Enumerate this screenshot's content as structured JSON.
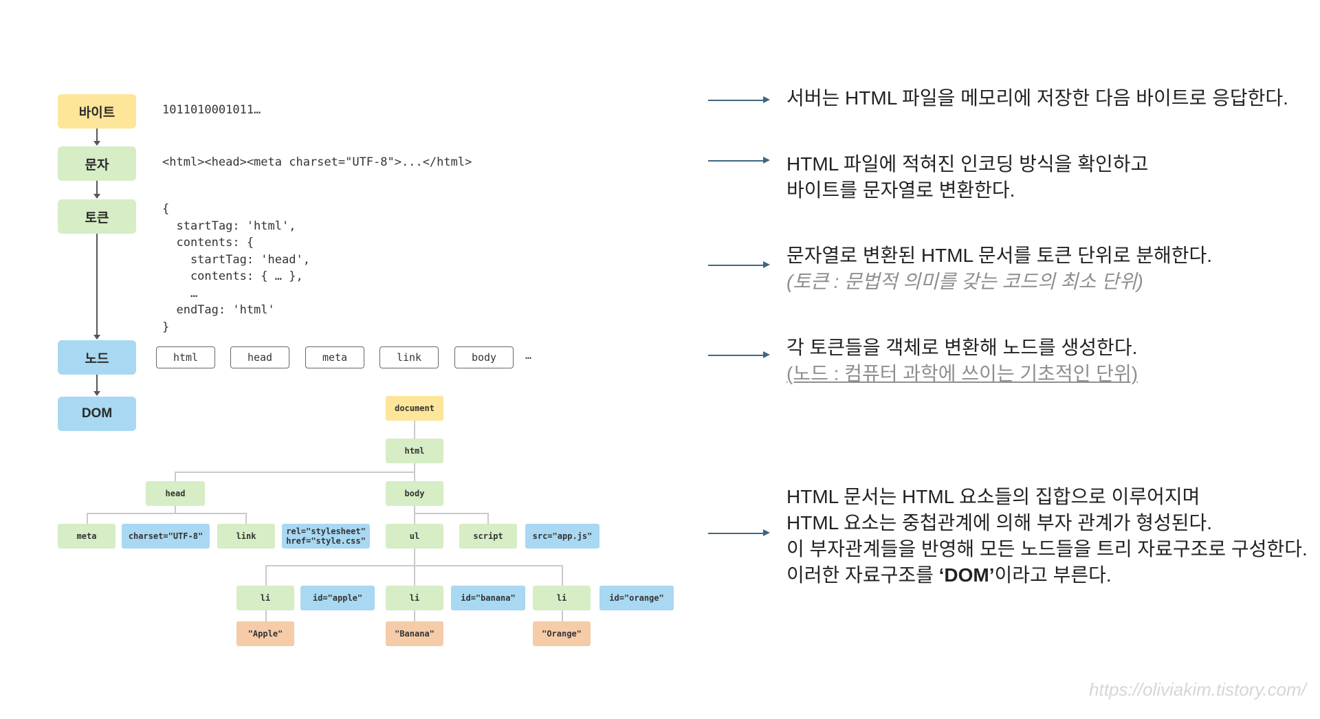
{
  "stages": [
    {
      "label": "바이트",
      "color": "#fde59a"
    },
    {
      "label": "문자",
      "color": "#d6edc5"
    },
    {
      "label": "토큰",
      "color": "#d6edc5"
    },
    {
      "label": "노드",
      "color": "#a8d8f2"
    },
    {
      "label": "DOM",
      "color": "#a8d8f2"
    }
  ],
  "bytes_text": "1011010001011…",
  "chars_text": "<html><head><meta charset=\"UTF-8\">...</html>",
  "token_lines": [
    "{",
    "  startTag: 'html',",
    "  contents: {",
    "    startTag: 'head',",
    "    contents: { … },",
    "    …",
    "  endTag: 'html'",
    "}"
  ],
  "node_chips": [
    "html",
    "head",
    "meta",
    "link",
    "body"
  ],
  "node_chips_more": "…",
  "dom_tree": {
    "document": "document",
    "html": "html",
    "head": "head",
    "body": "body",
    "meta": "meta",
    "meta_attr": "charset=\"UTF-8\"",
    "link": "link",
    "link_attr_1": "rel=\"stylesheet\"",
    "link_attr_2": "href=\"style.css\"",
    "ul": "ul",
    "script": "script",
    "script_attr": "src=\"app.js\"",
    "li": "li",
    "li1_attr": "id=\"apple\"",
    "li2_attr": "id=\"banana\"",
    "li3_attr": "id=\"orange\"",
    "li1_text": "\"Apple\"",
    "li2_text": "\"Banana\"",
    "li3_text": "\"Orange\""
  },
  "descriptions": {
    "d1": "서버는 HTML 파일을 메모리에 저장한 다음 바이트로 응답한다.",
    "d2_line1": "HTML 파일에 적혀진 인코딩 방식을 확인하고",
    "d2_line2": "바이트를 문자열로 변환한다.",
    "d3_line1": "문자열로 변환된 HTML 문서를 토큰 단위로 분해한다.",
    "d3_note": "(토큰 : 문법적 의미를 갖는 코드의 최소 단위)",
    "d4_line1": "각 토큰들을 객체로 변환해 노드를 생성한다.",
    "d4_note": "(노드 : 컴퓨터 과학에 쓰이는 기초적인 단위)",
    "d5_line1": "HTML 문서는 HTML 요소들의 집합으로 이루어지며",
    "d5_line2": "HTML  요소는 중첩관계에 의해 부자 관계가 형성된다.",
    "d5_line3": "이 부자관계들을 반영해 모든 노드들을 트리 자료구조로 구성한다.",
    "d5_line4_pre": "이러한 자료구조를 ",
    "d5_line4_bold": "‘DOM’",
    "d5_line4_post": "이라고 부른다."
  },
  "watermark": "https://oliviakim.tistory.com/",
  "colors": {
    "arrow": "#3f6680",
    "yellow": "#fde59a",
    "green": "#d6edc5",
    "blue": "#a8d8f2",
    "orange": "#f5cba8"
  }
}
